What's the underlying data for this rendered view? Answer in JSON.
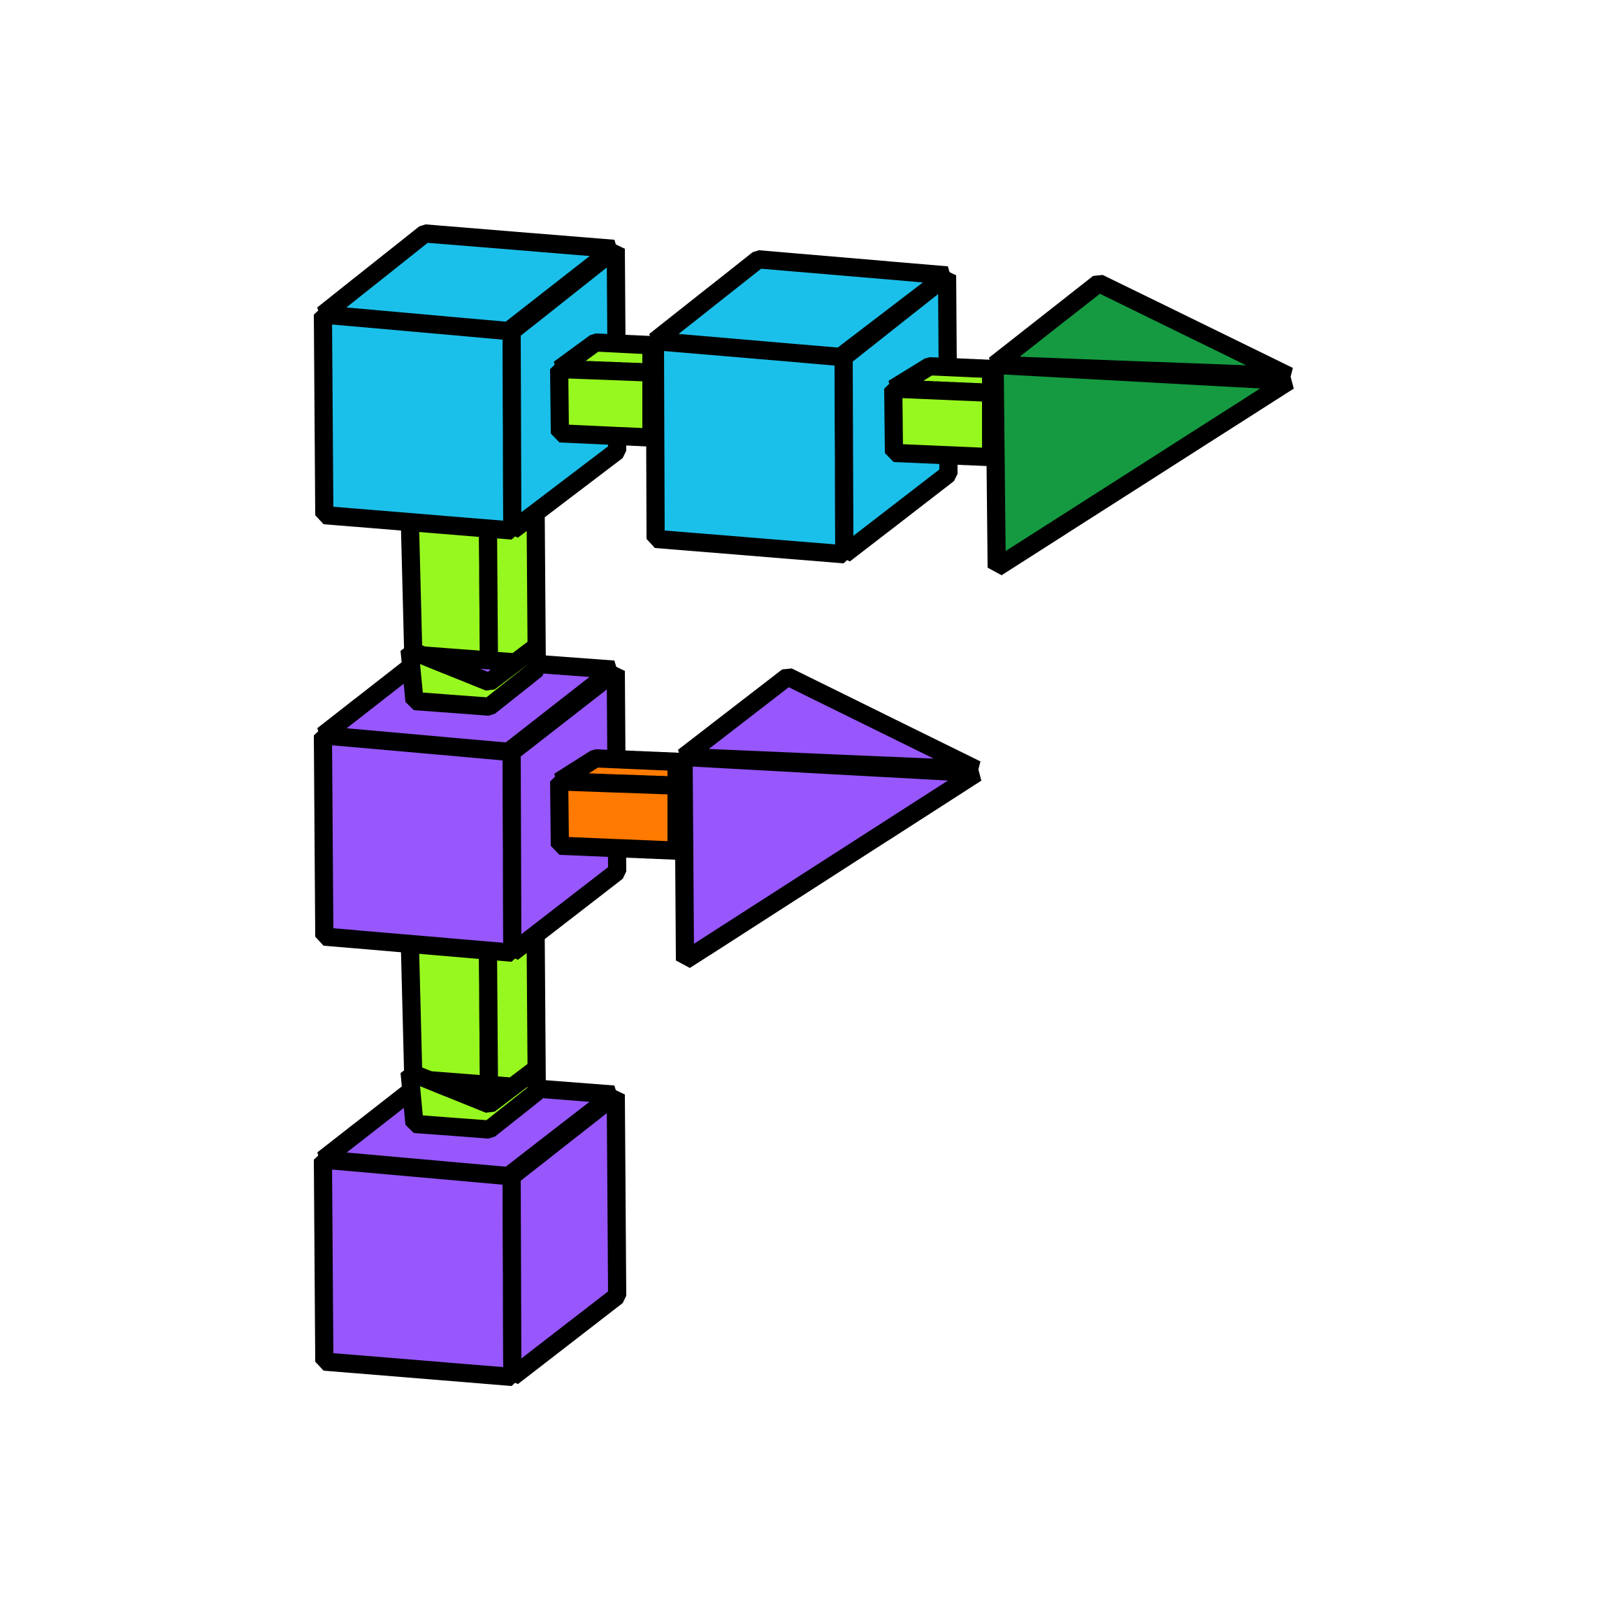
{
  "diagram": {
    "background": "#ffffff",
    "outline_color": "#000000",
    "palette": {
      "cyan": "#1bc0ea",
      "lime": "#97f81f",
      "green": "#159a41",
      "purple": "#9757fd",
      "orange": "#ff7a00"
    },
    "parts": [
      {
        "name": "cyan-cube-top-left",
        "shape": "cube",
        "color": "cyan"
      },
      {
        "name": "lime-connector-top",
        "shape": "bar",
        "color": "lime"
      },
      {
        "name": "cyan-cube-top-middle",
        "shape": "cube",
        "color": "cyan"
      },
      {
        "name": "lime-connector-top-right",
        "shape": "bar",
        "color": "lime"
      },
      {
        "name": "green-wedge",
        "shape": "wedge",
        "color": "green"
      },
      {
        "name": "lime-connector-upper-vertical",
        "shape": "bar",
        "color": "lime"
      },
      {
        "name": "purple-cube-middle",
        "shape": "cube",
        "color": "purple"
      },
      {
        "name": "orange-connector",
        "shape": "bar",
        "color": "orange"
      },
      {
        "name": "purple-wedge",
        "shape": "wedge",
        "color": "purple"
      },
      {
        "name": "lime-connector-lower-vertical",
        "shape": "bar",
        "color": "lime"
      },
      {
        "name": "purple-cube-bottom",
        "shape": "cube",
        "color": "purple"
      }
    ]
  }
}
